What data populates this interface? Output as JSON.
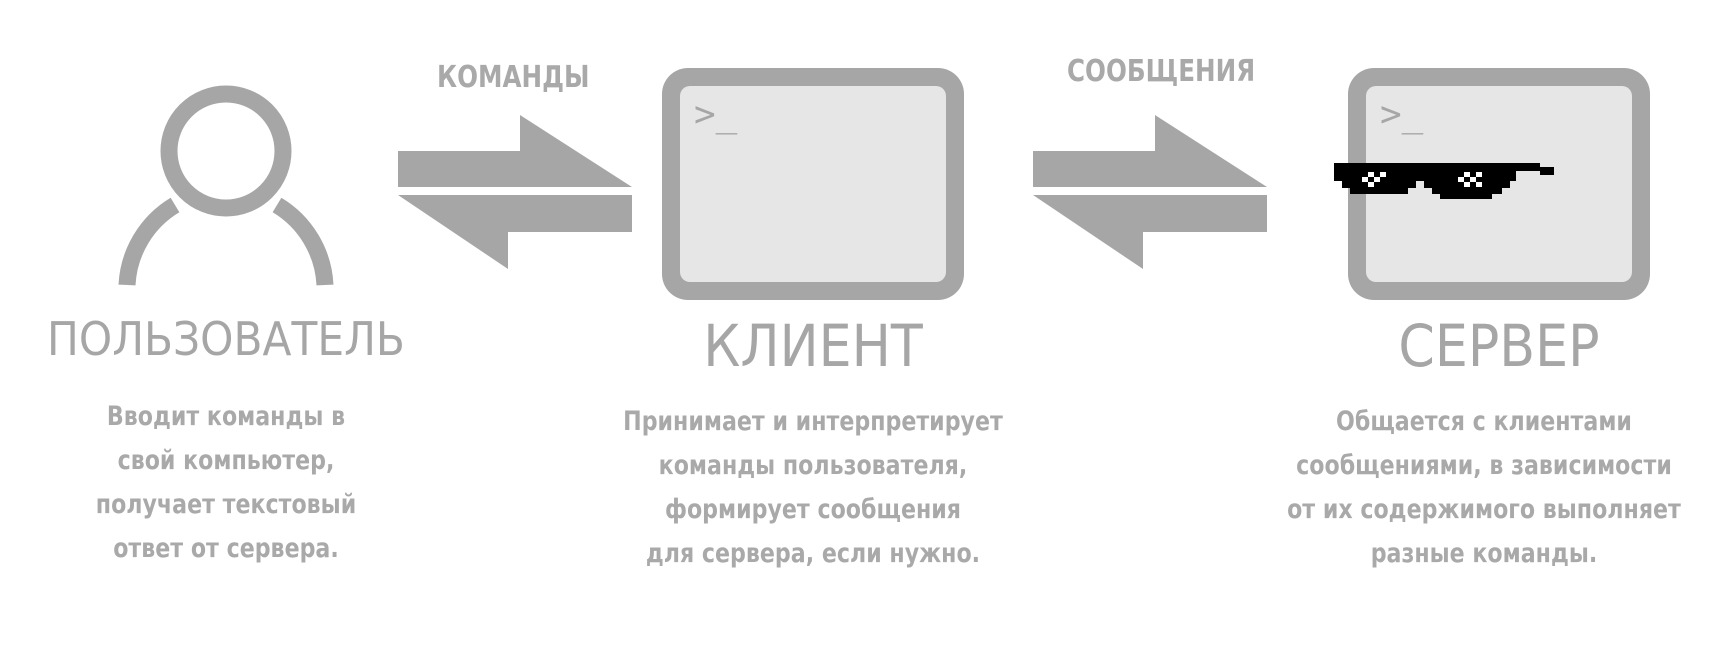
{
  "arrows": [
    {
      "label": "КОМАНДЫ"
    },
    {
      "label": "СООБЩЕНИЯ"
    }
  ],
  "nodes": [
    {
      "title": "ПОЛЬЗОВАТЕЛЬ",
      "icon": "user-icon",
      "description": [
        "Вводит команды в",
        "свой компьютер,",
        "получает текстовый",
        "ответ от сервера."
      ]
    },
    {
      "title": "КЛИЕНТ",
      "icon": "terminal-icon",
      "prompt": ">_",
      "description": [
        "Принимает и интерпретирует",
        "команды пользователя,",
        "формирует сообщения",
        "для сервера, если нужно."
      ]
    },
    {
      "title": "СЕРВЕР",
      "icon": "terminal-with-pixel-sunglasses-icon",
      "prompt": ">_",
      "description": [
        "Общается с клиентами",
        "сообщениями, в зависимости",
        "от их содержимого выполняет",
        "разные команды."
      ]
    }
  ],
  "colors": {
    "icon_gray": "#a6a6a6",
    "screen_fill": "#e6e6e6",
    "text_gray": "#a9a9a9",
    "sunglasses": "#000000"
  }
}
